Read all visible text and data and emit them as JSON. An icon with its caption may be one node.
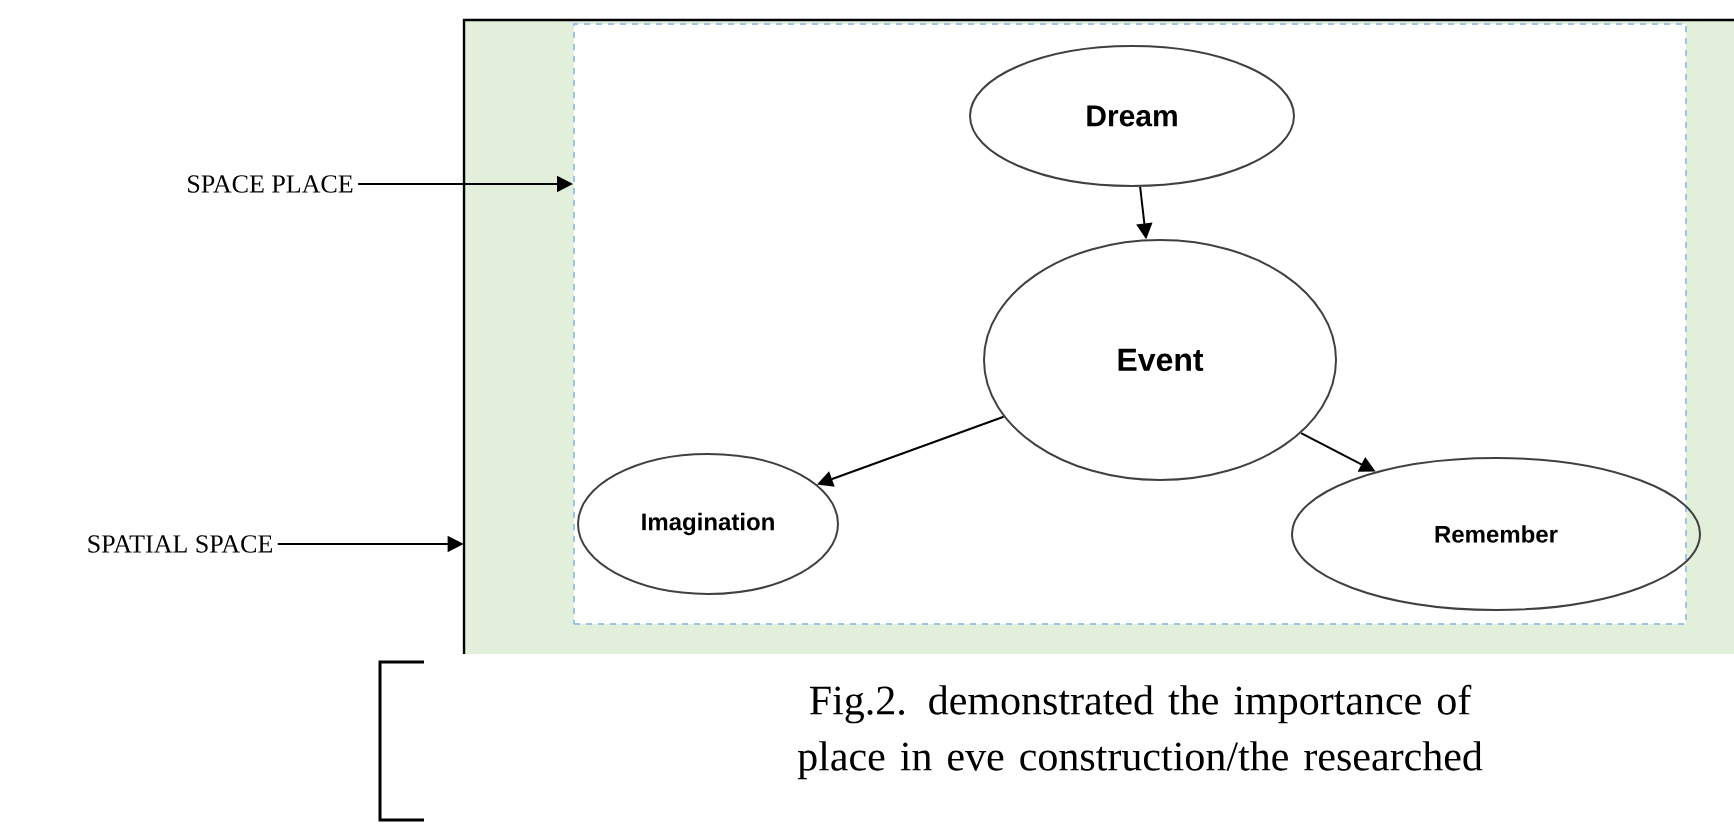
{
  "diagram": {
    "caption": "Fig.2. demonstrated the importance of place in eve construction/the researched",
    "nodes": [
      {
        "text": [],
        "shape": "box"
      },
      {
        "text": [],
        "shape": "box",
        "in": 0
      },
      {
        "text": [
          "Dream"
        ],
        "in": 1
      },
      {
        "text": [
          "Event"
        ],
        "in": 1
      },
      {
        "text": [
          "Imagination"
        ],
        "in": 1
      },
      {
        "text": [
          "Remember"
        ],
        "in": 1
      },
      {
        "text": [
          "SPACE PLACE"
        ]
      },
      {
        "text": [
          "SPATIAL SPACE"
        ]
      }
    ],
    "edges": [
      {
        "from": 2,
        "to": 3,
        "arrow": "to"
      },
      {
        "from": 3,
        "to": 4,
        "arrow": "to"
      },
      {
        "from": 3,
        "to": 5,
        "arrow": "to"
      },
      {
        "from": 6,
        "to": 1,
        "arrow": "to"
      },
      {
        "from": 7,
        "to": 0,
        "arrow": "to"
      }
    ]
  }
}
